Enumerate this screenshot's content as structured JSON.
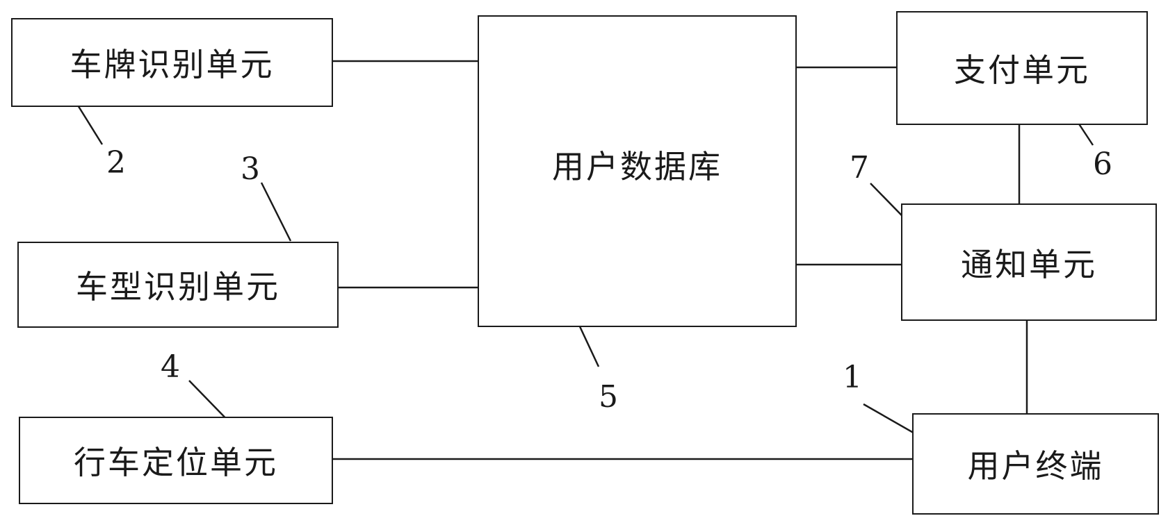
{
  "units": {
    "plate_recognition": "车牌识别单元",
    "vehicle_type_recognition": "车型识别单元",
    "vehicle_positioning": "行车定位单元",
    "user_database": "用户数据库",
    "payment": "支付单元",
    "notification": "通知单元",
    "user_terminal": "用户终端"
  },
  "reference_numerals": {
    "user_terminal": "1",
    "plate_recognition": "2",
    "vehicle_type_recognition": "3",
    "vehicle_positioning": "4",
    "user_database": "5",
    "payment": "6",
    "notification": "7"
  },
  "colors": {
    "stroke": "#1a1a1a",
    "background": "#ffffff"
  }
}
